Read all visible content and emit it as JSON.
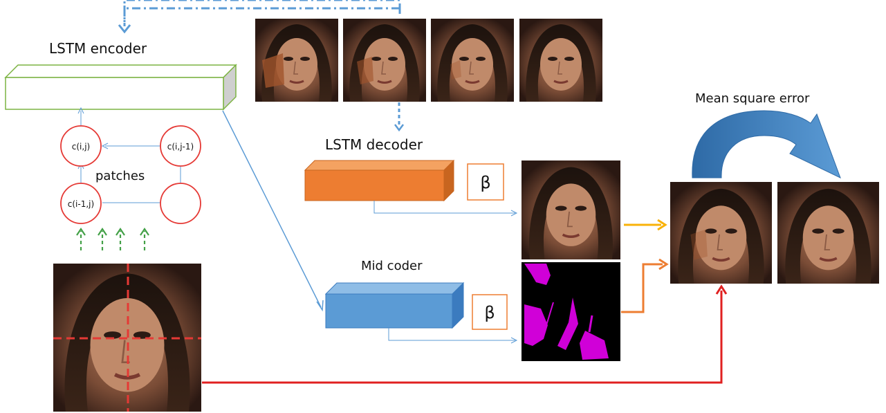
{
  "labels": {
    "lstm_encoder": "LSTM encoder",
    "lstm_decoder": "LSTM decoder",
    "mid_coder": "Mid coder",
    "mean_square_error": "Mean square error",
    "patches": "patches",
    "beta_decoder": "β",
    "beta_mid": "β"
  },
  "nodes": {
    "c_ij": "c(i,j)",
    "c_i_jm1": "c(i,j-1)",
    "c_im1_j": "c(i-1,j)",
    "empty": ""
  },
  "colors": {
    "encoder_box": "#7cb342",
    "decoder_box": "#ed7d31",
    "mid_box": "#5b9bd5",
    "node_circle": "#e53935",
    "patch_grid": "#e53935",
    "arrow_blue": "#5b9bd5",
    "arrow_green": "#43a047",
    "arrow_yellow": "#f9b208",
    "arrow_orange": "#ed7d31",
    "arrow_red": "#e02020",
    "mse_arc": "#2e6aa6",
    "mask_magenta": "#d000d8"
  }
}
